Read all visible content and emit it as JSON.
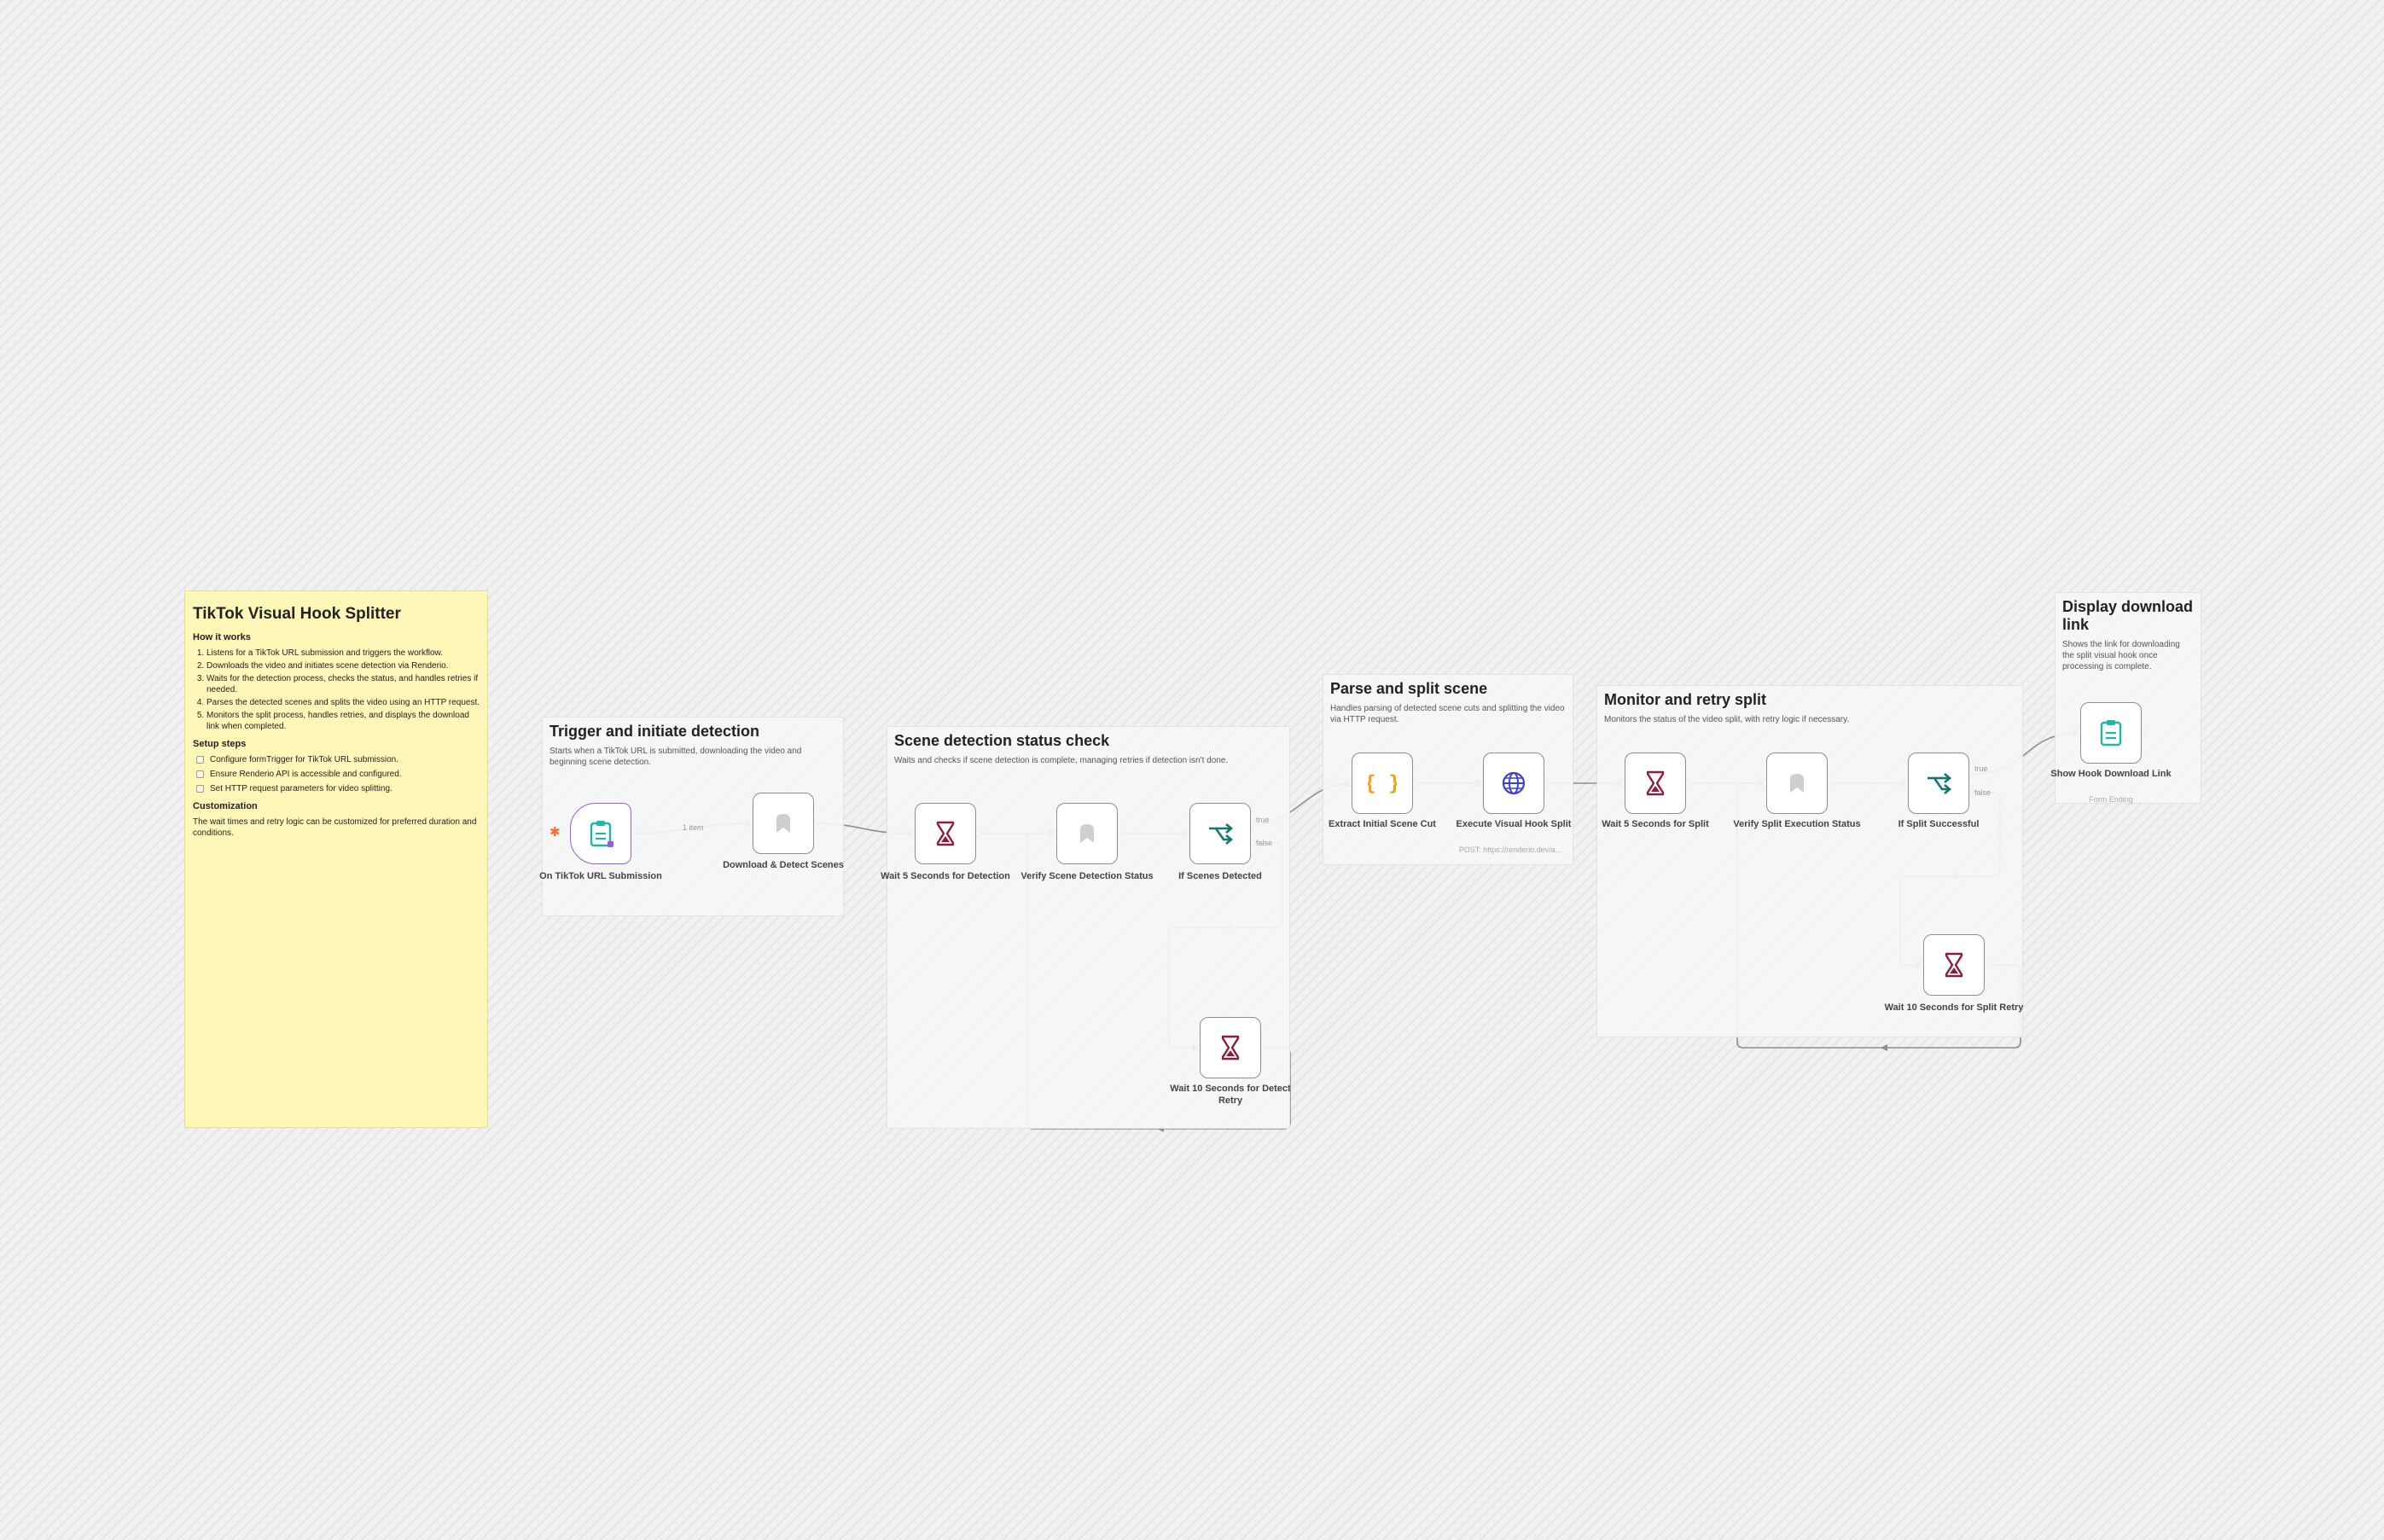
{
  "sticky": {
    "title": "TikTok Visual Hook Splitter",
    "how_heading": "How it works",
    "how_items": [
      "Listens for a TikTok URL submission and triggers the workflow.",
      "Downloads the video and initiates scene detection via Renderio.",
      "Waits for the detection process, checks the status, and handles retries if needed.",
      "Parses the detected scenes and splits the video using an HTTP request.",
      "Monitors the split process, handles retries, and displays the download link when completed."
    ],
    "setup_heading": "Setup steps",
    "setup_items": [
      "Configure formTrigger for TikTok URL submission.",
      "Ensure Renderio API is accessible and configured.",
      "Set HTTP request parameters for video splitting."
    ],
    "custom_heading": "Customization",
    "custom_text": "The wait times and retry logic can be customized for preferred duration and conditions."
  },
  "groups": {
    "trigger": {
      "title": "Trigger and initiate detection",
      "desc": "Starts when a TikTok URL is submitted, downloading the video and beginning scene detection."
    },
    "status": {
      "title": "Scene detection status check",
      "desc": "Waits and checks if scene detection is complete, managing retries if detection isn't done."
    },
    "parse": {
      "title": "Parse and split scene",
      "desc": "Handles parsing of detected scene cuts and splitting the video via HTTP request."
    },
    "monitor": {
      "title": "Monitor and retry split",
      "desc": "Monitors the status of the video split, with retry logic if necessary."
    },
    "display": {
      "title": "Display download link",
      "desc": "Shows the link for downloading the split visual hook once processing is complete."
    }
  },
  "nodes": {
    "form_trigger": {
      "label": "On TikTok URL Submission",
      "icon": "clipboard-icon"
    },
    "download_detect": {
      "label": "Download & Detect Scenes",
      "icon": "renderio-icon"
    },
    "wait_detection": {
      "label": "Wait 5 Seconds for Detection",
      "icon": "hourglass-icon"
    },
    "verify_detection": {
      "label": "Verify Scene Detection Status",
      "icon": "renderio-icon"
    },
    "if_detected": {
      "label": "If Scenes Detected",
      "icon": "branch-icon"
    },
    "wait_detect_retry": {
      "label": "Wait 10 Seconds for Detect Retry",
      "icon": "hourglass-icon"
    },
    "extract_cut": {
      "label": "Extract Initial Scene Cut",
      "icon": "code-braces-icon"
    },
    "execute_split": {
      "label": "Execute Visual Hook Split",
      "sublabel": "POST: https://renderio.dev/a...",
      "icon": "globe-icon"
    },
    "wait_split": {
      "label": "Wait 5 Seconds for Split",
      "icon": "hourglass-icon"
    },
    "verify_split": {
      "label": "Verify Split Execution Status",
      "icon": "renderio-icon"
    },
    "if_split": {
      "label": "If Split Successful",
      "icon": "branch-icon"
    },
    "wait_split_retry": {
      "label": "Wait 10 Seconds for Split Retry",
      "icon": "hourglass-icon"
    },
    "show_link": {
      "label": "Show Hook Download Link",
      "sublabel": "Form Ending",
      "icon": "clipboard-icon"
    }
  },
  "edge_labels": {
    "item": "1 item",
    "true": "true",
    "false": "false"
  },
  "colors": {
    "sticky": "#fff7b8",
    "trigger_border": "#9b5be0",
    "form_icon": "#1fb6a6",
    "wait_icon": "#8a1c3c",
    "if_icon": "#11786d",
    "code_icon": "#f0a41c",
    "http_icon": "#3a40d6",
    "trigger_bolt": "#ff6d2c"
  }
}
